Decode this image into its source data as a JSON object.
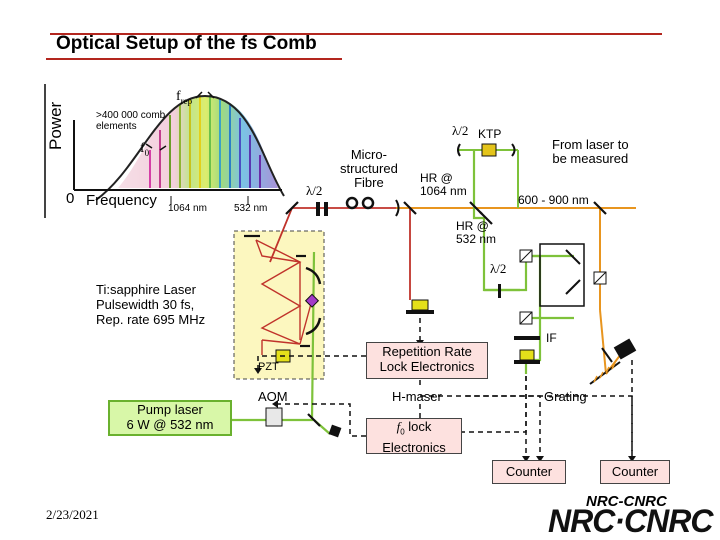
{
  "title": "Optical Setup of the fs Comb",
  "date": "2/23/2021",
  "inset": {
    "y_label": "Power",
    "x_label": "Frequency",
    "origin": "0",
    "frep_label": "f",
    "frep_sub": "rep",
    "f0_label": "f",
    "f0_sub": "0",
    "comb_text_1": ">400 000 comb",
    "comb_text_2": "elements",
    "wl_1064": "1064 nm",
    "wl_532": "532 nm"
  },
  "labels": {
    "lambda2_ktp": "λ/2",
    "ktp": "KTP",
    "from_laser_1": "From laser to",
    "from_laser_2": "be measured",
    "micro_1": "Micro-",
    "micro_2": "structured",
    "micro_3": "Fibre",
    "lambda2_fibre": "λ/2",
    "hr1064_1": "HR @",
    "hr1064_2": "1064 nm",
    "range": "600 - 900 nm",
    "hr532_1": "HR @",
    "hr532_2": "532 nm",
    "lambda2_mid": "λ/2",
    "laser_1": "Ti:sapphire Laser",
    "laser_2": "Pulsewidth 30 fs,",
    "laser_3": "Rep. rate 695 MHz",
    "pzt": "PZT",
    "if": "IF",
    "rep_lock_1": "Repetition Rate",
    "rep_lock_2": "Lock Electronics",
    "pump_1": "Pump laser",
    "pump_2": "6 W @ 532 nm",
    "aom": "AOM",
    "hmaser": "H-maser",
    "f0lock_f": "f",
    "f0lock_sub": "0",
    "f0lock_1": " lock",
    "f0lock_2": "Electronics",
    "grating": "Grating",
    "counter1": "Counter",
    "counter2": "Counter"
  },
  "logos": {
    "small": "NRC-CNRC",
    "large": "NRC·CNRC"
  },
  "colors": {
    "accent_red": "#b3261e",
    "beam_orange": "#e8951f",
    "beam_red": "#c0332b",
    "beam_green": "#7ec23a",
    "box_yellow": "#fcf7bf",
    "box_pink": "#fde1df",
    "box_green": "#d8f7a8"
  }
}
